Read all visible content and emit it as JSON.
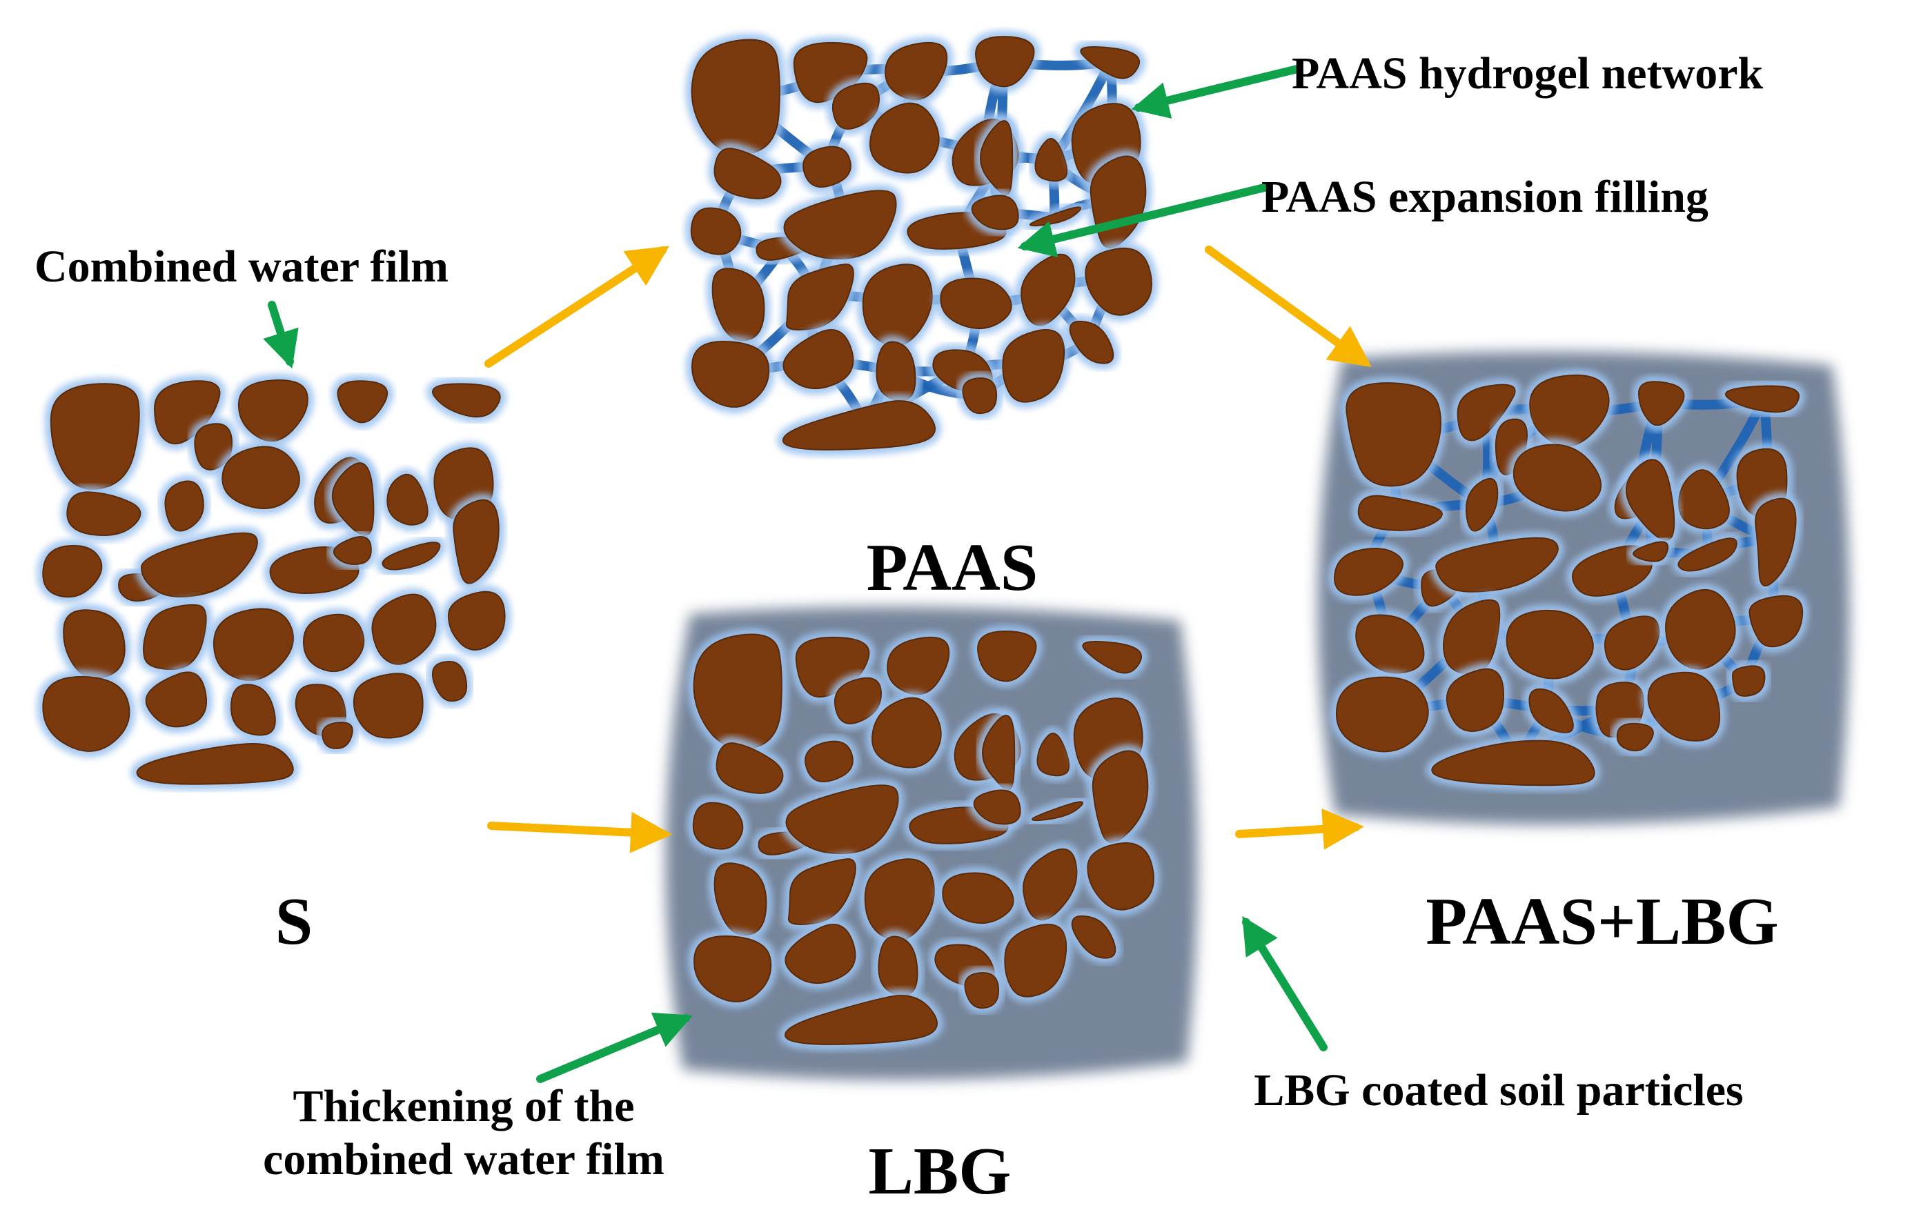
{
  "figure": {
    "panels": [
      {
        "id": "s",
        "label": "S"
      },
      {
        "id": "paas",
        "label": "PAAS"
      },
      {
        "id": "lbg",
        "label": "LBG"
      },
      {
        "id": "paas_lbg",
        "label": "PAAS+LBG"
      }
    ],
    "annotations": {
      "combined_water_film": "Combined water film",
      "paas_hydrogel_network": "PAAS hydrogel network",
      "paas_expansion_filling": "PAAS expansion filling",
      "thickening_line1": "Thickening of the",
      "thickening_line2": "combined water film",
      "lbg_coated": "LBG coated soil particles"
    },
    "colors": {
      "soil_particle": "#7B3A0E",
      "water_film": "#9CC3F0",
      "hydrogel": "#1F63B3",
      "lbg_coating": "#5F7089",
      "process_arrow": "#F7B500",
      "pointer_arrow": "#0FA24A"
    }
  }
}
